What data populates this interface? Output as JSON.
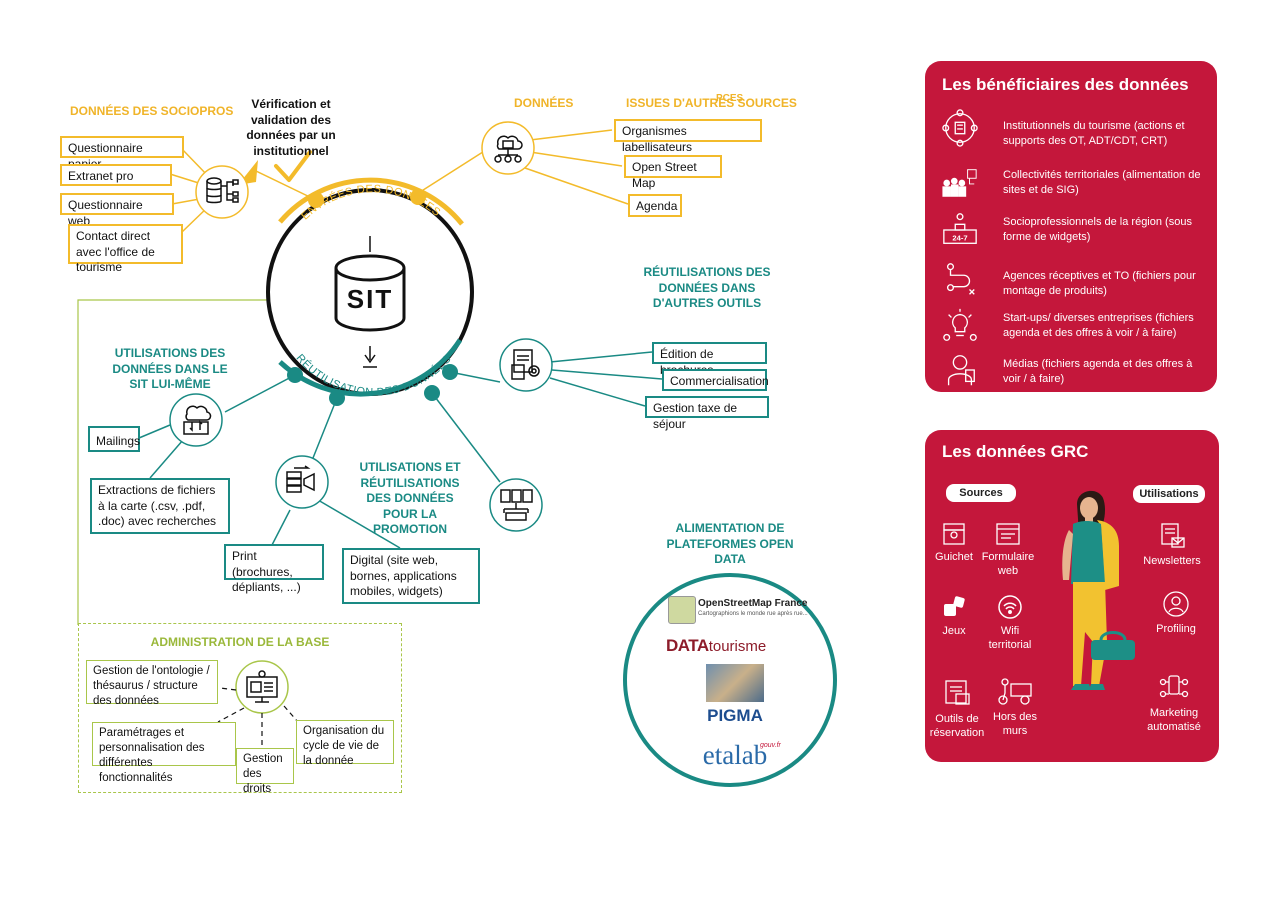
{
  "sit_label": "SIT",
  "ring": {
    "top_arc": "ENTRÉES DES DONNÉES",
    "bottom_arc": "RÉUTILISATION DES DONNÉES"
  },
  "sociopros": {
    "title": "DONNÉES DES SOCIOPROS",
    "verification": "Vérification et validation des données par un institutionnel",
    "items": [
      "Questionnaire papier",
      "Extranet pro",
      "Questionnaire web",
      "Contact direct avec l'office de tourisme"
    ]
  },
  "autres_sources": {
    "title_left": "DONNÉES",
    "title_overlap": "PCES",
    "title_right": "ISSUES D'AUTRES SOURCES",
    "items": [
      "Organismes labellisateurs",
      "Open Street Map",
      "Agenda"
    ]
  },
  "reutil_outils": {
    "title": "RÉUTILISATIONS DES DONNÉES DANS D'AUTRES OUTILS",
    "items": [
      "Édition de brochures",
      "Commercialisation",
      "Gestion taxe de séjour"
    ]
  },
  "util_sit": {
    "title": "UTILISATIONS DES DONNÉES DANS LE SIT LUI-MÊME",
    "items": [
      "Mailings",
      "Extractions de fichiers à la carte (.csv, .pdf, .doc) avec recherches"
    ]
  },
  "promotion": {
    "title": "UTILISATIONS ET RÉUTILISATIONS DES DONNÉES POUR LA PROMOTION",
    "items": [
      "Print (brochures, dépliants, ...)",
      "Digital (site web, bornes, applications mobiles, widgets)"
    ]
  },
  "admin": {
    "title": "ADMINISTRATION DE LA BASE",
    "items": [
      "Gestion de l'ontologie / thésaurus / structure des données",
      "Paramétrages et personnalisation des différentes fonctionnalités",
      "Gestion des droits",
      "Organisation du cycle de vie de la donnée"
    ]
  },
  "opendata": {
    "title": "ALIMENTATION DE PLATEFORMES OPEN DATA",
    "logos": {
      "osm_title": "OpenStreetMap France",
      "osm_sub": "Cartographions le monde rue après rue...",
      "datatourisme_a": "DATA",
      "datatourisme_b": "tourisme",
      "pigma": "PIGMA",
      "etalab": "etalab",
      "etalab_sup": "gouv.fr"
    }
  },
  "beneficiaires": {
    "title": "Les bénéficiaires des données",
    "items": [
      {
        "text": "Institutionnels du tourisme (actions et supports des OT, ADT/CDT, CRT)",
        "icon": "institution-icon"
      },
      {
        "text": "Collectivités territoriales (alimentation de sites et de SIG)",
        "icon": "community-icon"
      },
      {
        "text": "Socioprofessionnels de la région (sous forme de widgets)",
        "icon": "shop-24-7-icon"
      },
      {
        "text": "Agences réceptives et TO (fichiers pour montage de produits)",
        "icon": "route-icon"
      },
      {
        "text": "Start-ups/ diverses entreprises (fichiers agenda et des offres à voir / à faire)",
        "icon": "idea-icon"
      },
      {
        "text": "Médias  (fichiers agenda et des offres à voir / à faire)",
        "icon": "journalist-icon"
      }
    ]
  },
  "grc": {
    "title": "Les données GRC",
    "sources_label": "Sources",
    "utilisations_label": "Utilisations",
    "sources": [
      "Guichet",
      "Formulaire web",
      "Jeux",
      "Wifi territorial",
      "Outils de réservation",
      "Hors des murs"
    ],
    "utilisations": [
      "Newsletters",
      "Profiling",
      "Marketing automatisé"
    ]
  },
  "colors": {
    "yellow": "#f3bb2b",
    "teal": "#1a8a84",
    "green": "#a9c64a",
    "red": "#c4173b"
  }
}
